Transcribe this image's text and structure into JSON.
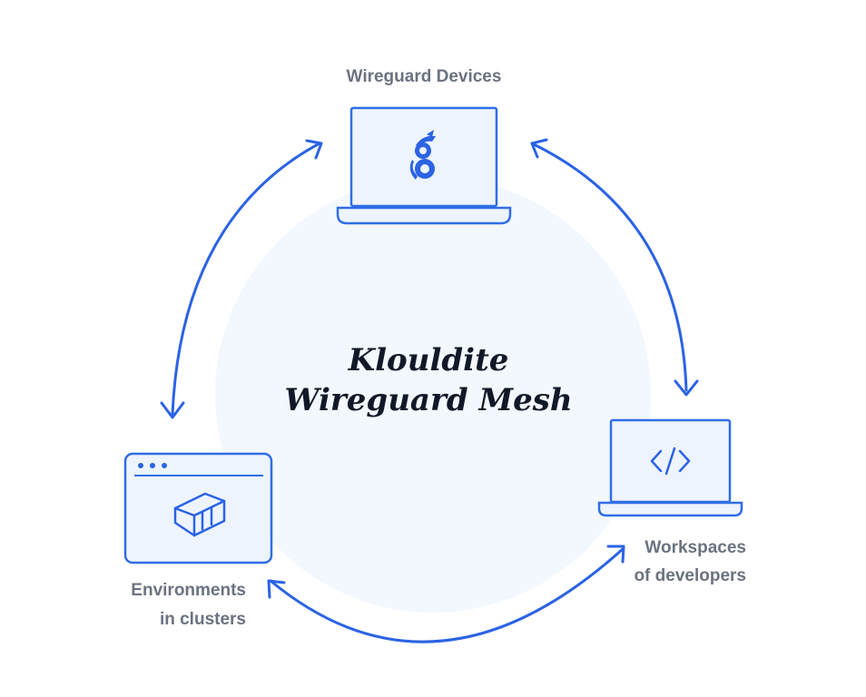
{
  "diagram": {
    "center": {
      "line1": "Klouldite",
      "line2": "Wireguard Mesh"
    },
    "nodes": {
      "wireguard_devices": {
        "label": "Wireguard Devices",
        "icon": "wireguard-dragon-icon"
      },
      "workspaces": {
        "label_line1": "Workspaces",
        "label_line2": "of developers",
        "icon": "code-brackets-icon"
      },
      "environments": {
        "label_line1": "Environments",
        "label_line2": "in clusters",
        "icon": "container-box-icon"
      }
    },
    "colors": {
      "accent": "#2b63e3",
      "node_fill": "#eef4fe",
      "center_circle": "#f3f7fe",
      "label_gray": "#6b7280",
      "title_text": "#111827"
    }
  }
}
